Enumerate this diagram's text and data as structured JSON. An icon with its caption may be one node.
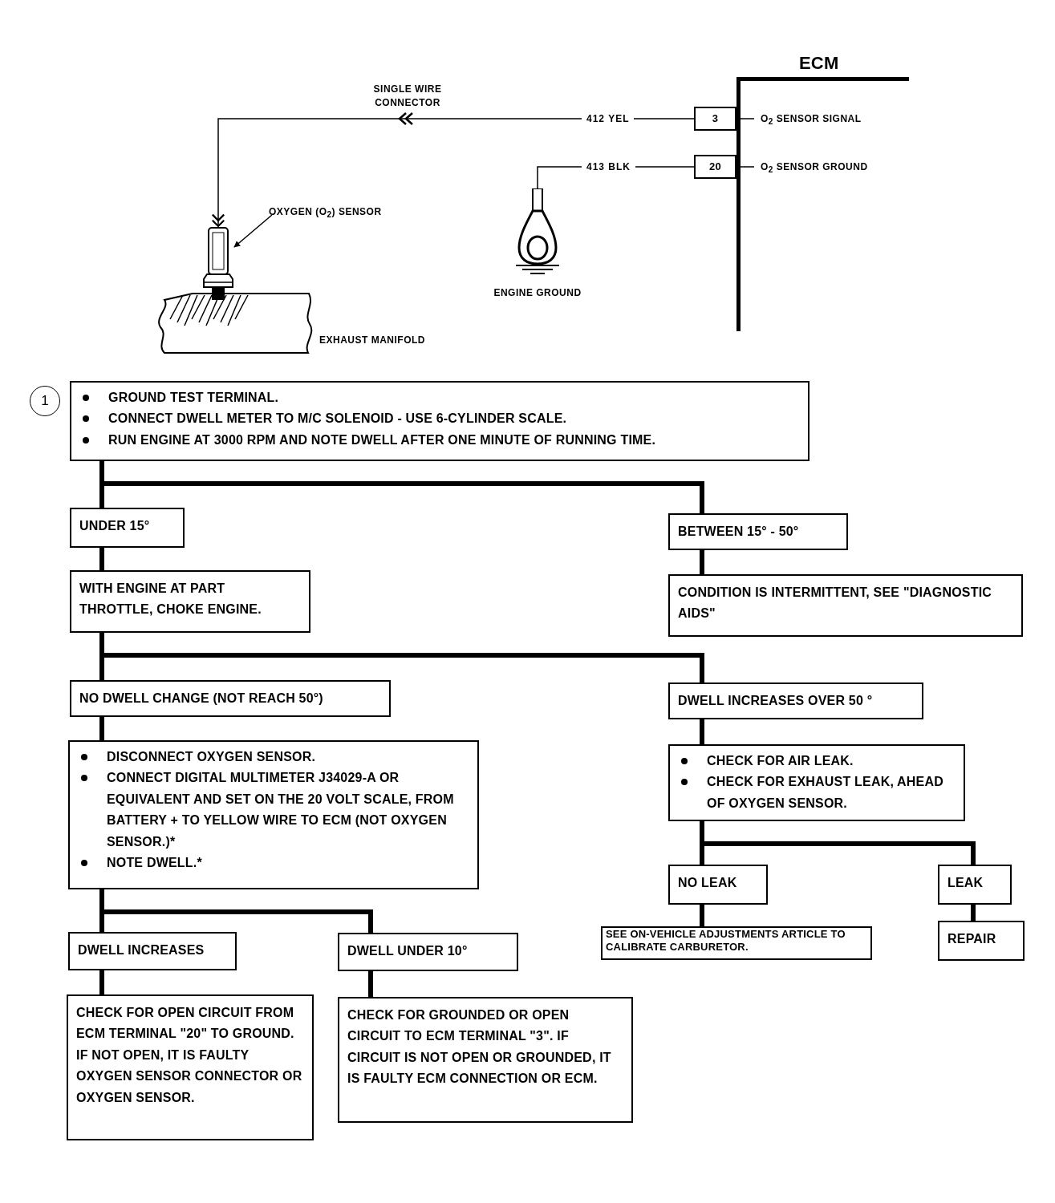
{
  "diagram": {
    "nodes": [
      {
        "text": [
          "ECM"
        ]
      },
      {
        "text": [
          "3"
        ]
      },
      {
        "text": [
          "20"
        ]
      },
      {
        "text": [],
        "shape": "picture"
      },
      {
        "text": [
          "OXYGEN (O$_{2}$) SENSOR"
        ]
      },
      {
        "text": [
          "ENGINE GROUND"
        ]
      },
      {
        "text": [
          "GROUND TEST TERMINAL.",
          "CONNECT DWELL METER TO M/C SOLENOID  -  USE 6-CYLINDER SCALE.",
          "RUN ENGINE AT 3000 RPM AND NOTE DWELL AFTER ONE MINUTE OF RUNNING TIME."
        ],
        "beside": [
          "1"
        ]
      },
      {
        "text": [
          "UNDER 15°"
        ]
      },
      {
        "text": [
          "BETWEEN 15° - 50°"
        ]
      },
      {
        "text": [
          "WITH ENGINE AT PART THROTTLE, CHOKE ENGINE."
        ]
      },
      {
        "text": [
          "CONDITION IS INTERMITTENT, SEE \"DIAGNOSTIC AIDS\""
        ]
      },
      {
        "text": [
          "NO DWELL CHANGE (NOT REACH 50°)"
        ]
      },
      {
        "text": [
          "DWELL INCREASES OVER 50 °"
        ]
      },
      {
        "text": [
          "DISCONNECT OXYGEN SENSOR.",
          "CONNECT DIGITAL MULTIMETER J34029-A OR EQUIVALENT AND SET ON THE 20 VOLT SCALE, FROM BATTERY  +  TO YELLOW WIRE TO ECM (NOT OXYGEN SENSOR.)*",
          "NOTE DWELL.*"
        ]
      },
      {
        "text": [
          "CHECK FOR AIR LEAK.",
          "CHECK FOR EXHAUST LEAK, AHEAD OF OXYGEN SENSOR."
        ]
      },
      {
        "text": [
          "DWELL INCREASES"
        ]
      },
      {
        "text": [
          "DWELL UNDER 10°"
        ]
      },
      {
        "text": [
          "NO LEAK"
        ]
      },
      {
        "text": [
          "LEAK"
        ]
      },
      {
        "text": [
          "CHECK FOR OPEN CIRCUIT FROM ECM TERMINAL \"20\" TO GROUND.  IF NOT OPEN, IT IS FAULTY OXYGEN SENSOR CONNECTOR OR OXYGEN SENSOR."
        ]
      },
      {
        "text": [
          "CHECK FOR GROUNDED OR OPEN CIRCUIT TO ECM TERMINAL \"3\". IF CIRCUIT IS NOT OPEN OR GROUNDED, IT IS FAULTY ECM CONNECTION OR ECM."
        ]
      },
      {
        "text": [
          "SEE ON-VEHICLE ADJUSTMENTS ARTICLE TO CALIBRATE CARBURETOR."
        ]
      },
      {
        "text": [
          "REPAIR"
        ]
      }
    ],
    "edges": [
      {
        "from": 1,
        "to": 3,
        "arrow": "to",
        "label": "412 YEL"
      },
      {
        "from": 2,
        "to": 5,
        "arrow": "none",
        "label": "413 BLK"
      },
      {
        "from": 4,
        "to": 3,
        "arrow": "to"
      },
      {
        "from": 6,
        "to": 7,
        "arrow": "none"
      },
      {
        "from": 6,
        "to": 8,
        "arrow": "none"
      },
      {
        "from": 7,
        "to": 9,
        "arrow": "none"
      },
      {
        "from": 8,
        "to": 10,
        "arrow": "none"
      },
      {
        "from": 9,
        "to": 11,
        "arrow": "none"
      },
      {
        "from": 9,
        "to": 12,
        "arrow": "none"
      },
      {
        "from": 11,
        "to": 13,
        "arrow": "none"
      },
      {
        "from": 12,
        "to": 14,
        "arrow": "none"
      },
      {
        "from": 13,
        "to": 15,
        "arrow": "none"
      },
      {
        "from": 13,
        "to": 16,
        "arrow": "none"
      },
      {
        "from": 14,
        "to": 17,
        "arrow": "none"
      },
      {
        "from": 14,
        "to": 18,
        "arrow": "none"
      },
      {
        "from": 15,
        "to": 19,
        "arrow": "none"
      },
      {
        "from": 16,
        "to": 20,
        "arrow": "none"
      },
      {
        "from": 17,
        "to": 21,
        "arrow": "none"
      },
      {
        "from": 18,
        "to": 22,
        "arrow": "none"
      }
    ],
    "labels": [
      "SINGLE WIRE CONNECTOR",
      "O$_{2}$ SENSOR SIGNAL",
      "O$_{2}$ SENSOR GROUND",
      "EXHAUST MANIFOLD"
    ]
  }
}
